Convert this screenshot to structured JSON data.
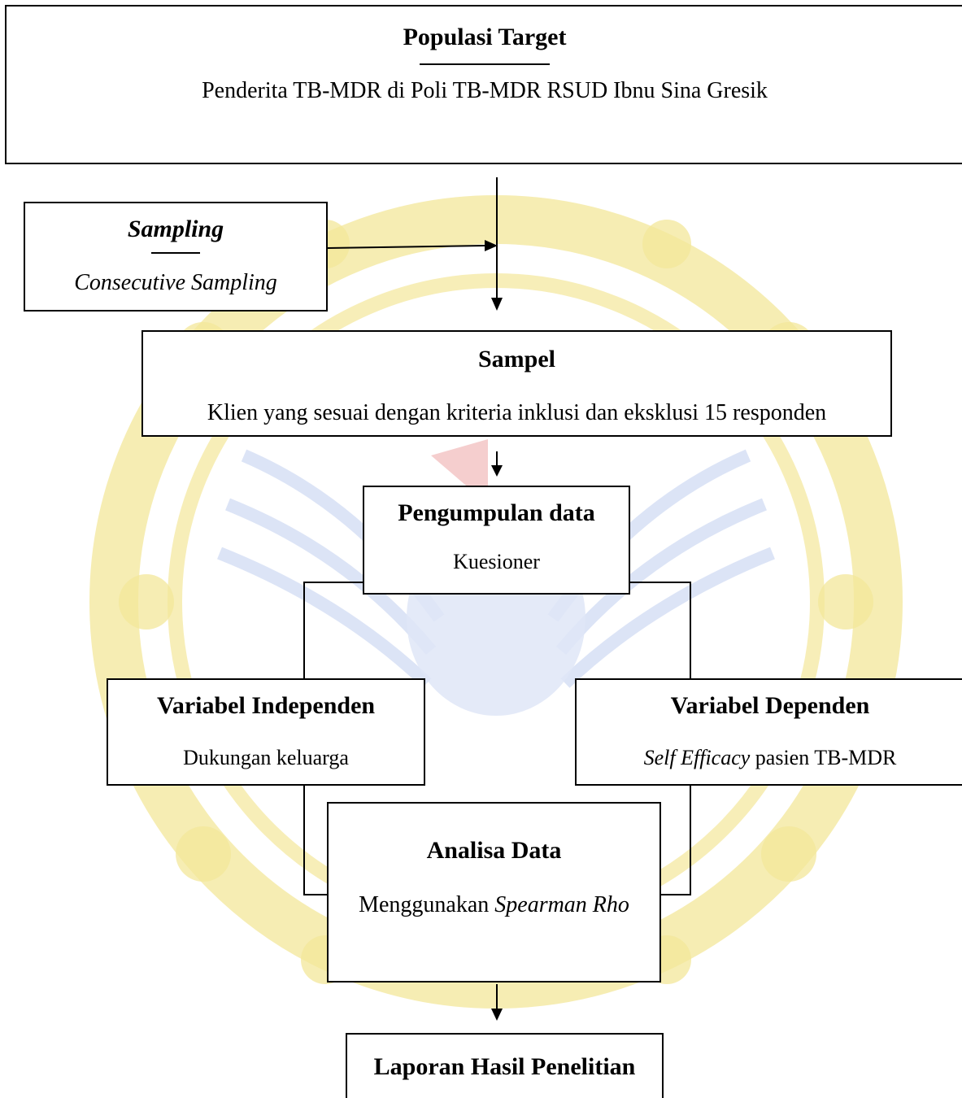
{
  "watermark": {
    "colors": {
      "gold": "#f3e79a",
      "blue": "#d7e0f5",
      "red": "#f2c2c2"
    }
  },
  "boxes": {
    "populasi": {
      "title": "Populasi Target",
      "body": "Penderita TB-MDR di Poli TB-MDR RSUD Ibnu Sina Gresik"
    },
    "sampling": {
      "title": "Sampling",
      "body": "Consecutive Sampling"
    },
    "sampel": {
      "title": "Sampel",
      "body": "Klien yang sesuai dengan kriteria inklusi dan eksklusi 15 responden"
    },
    "pengumpulan": {
      "title": "Pengumpulan data",
      "body": "Kuesioner"
    },
    "independen": {
      "title": "Variabel Independen",
      "body": "Dukungan keluarga"
    },
    "dependen": {
      "title": "Variabel Dependen",
      "body_italic": "Self Efficacy",
      "body_rest": " pasien TB-MDR"
    },
    "analisa": {
      "title": "Analisa Data",
      "body_plain": "Menggunakan ",
      "body_italic": "Spearman Rho"
    },
    "laporan": {
      "title": "Laporan Hasil Penelitian"
    }
  }
}
